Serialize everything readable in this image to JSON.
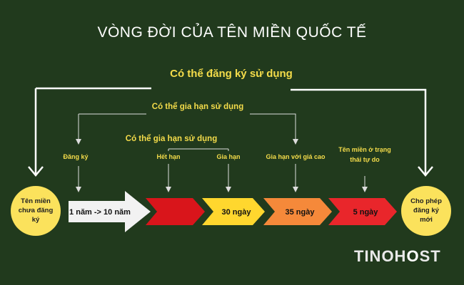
{
  "title": "VÒNG ĐỜI CỦA TÊN MIỀN QUỐC TẾ",
  "brackets": {
    "top": "Có thể đăng ký sử dụng",
    "middle": "Có thể gia hạn sử dụng",
    "lower": "Có thể gia hạn sử dụng"
  },
  "stage_labels": {
    "register": "Đăng ký",
    "expired": "Hết hạn",
    "renew": "Gia hạn",
    "renew_high": "Gia hạn với giá cao",
    "free_state": [
      "Tên miền ở trạng",
      "thái tự do"
    ]
  },
  "circles": {
    "start": [
      "Tên miền",
      "chưa đăng",
      "ký"
    ],
    "end": [
      "Cho phép",
      "đăng ký",
      "mới"
    ]
  },
  "stages": [
    {
      "label": "1 năm -> 10 năm",
      "color": "#f2f2f2"
    },
    {
      "label": "",
      "color": "#d9151b"
    },
    {
      "label": "30 ngày",
      "color": "#ffd72e"
    },
    {
      "label": "35 ngày",
      "color": "#f5893a"
    },
    {
      "label": "5 ngày",
      "color": "#e9262b"
    }
  ],
  "brand": {
    "text_a": "TINOH",
    "text_o": "O",
    "text_b": "ST"
  },
  "colors": {
    "background": "#213a1d",
    "circle": "#fbe25c",
    "accent_text": "#f4dc4a"
  }
}
